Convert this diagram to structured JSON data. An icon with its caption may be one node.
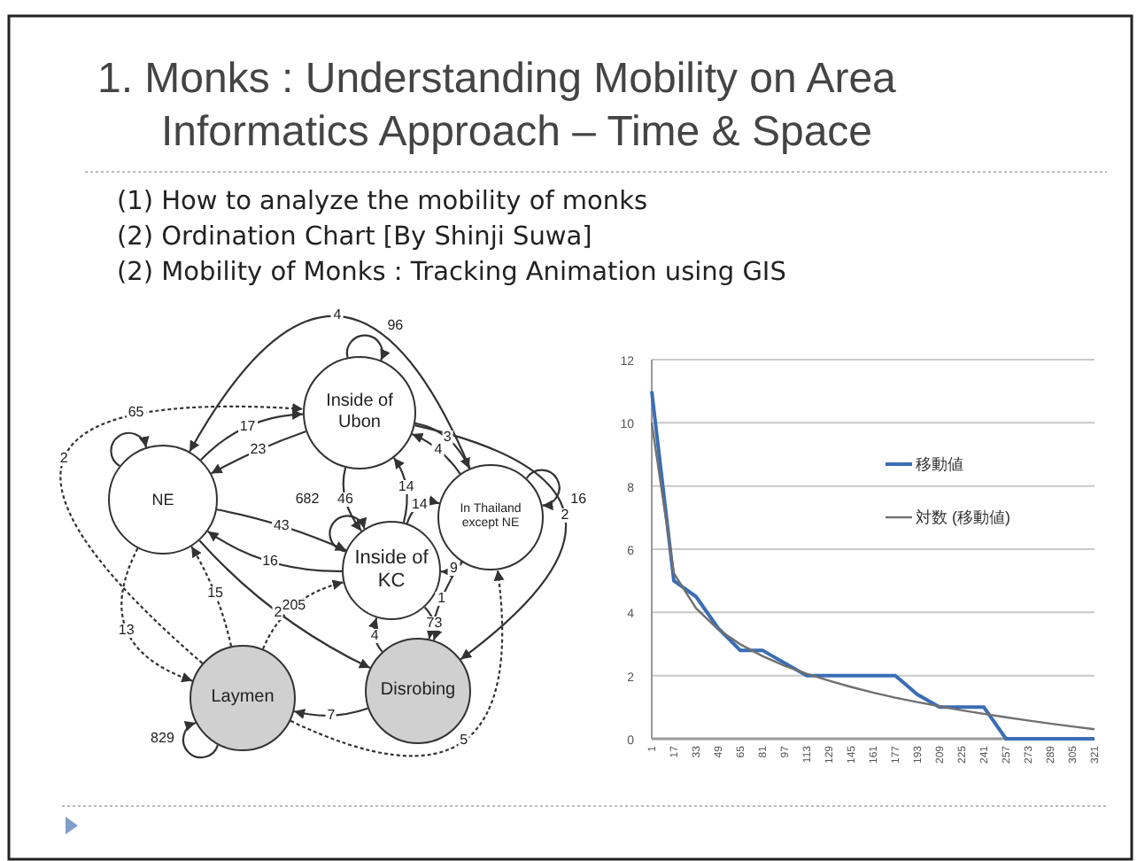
{
  "diagram": {
    "title": "1. Monks : Understanding Mobility on Area Informatics Approach – Time & Space",
    "nodes": [
      {
        "text": [
          "NE"
        ]
      },
      {
        "text": [
          "Inside of Ubon"
        ]
      },
      {
        "text": [
          "In Thailand except NE"
        ]
      },
      {
        "text": [
          "Inside of KC"
        ]
      },
      {
        "text": [
          "Laymen"
        ]
      },
      {
        "text": [
          "Disrobing"
        ]
      }
    ],
    "edges": [
      {
        "from": 0,
        "to": 0,
        "arrow": "to",
        "label": "65"
      },
      {
        "from": 1,
        "to": 1,
        "arrow": "to",
        "label": "96"
      },
      {
        "from": 2,
        "to": 2,
        "arrow": "to",
        "label": "16"
      },
      {
        "from": 3,
        "to": 3,
        "arrow": "to",
        "label": "682"
      },
      {
        "from": 4,
        "to": 4,
        "arrow": "to",
        "label": "829"
      },
      {
        "from": 0,
        "to": 1,
        "arrow": "to",
        "label": "17"
      },
      {
        "from": 1,
        "to": 0,
        "arrow": "to",
        "label": "23"
      },
      {
        "from": 2,
        "to": 0,
        "arrow": "to",
        "label": "4"
      },
      {
        "from": 4,
        "to": 1,
        "arrow": "to",
        "label": "2",
        "style": "dashed"
      },
      {
        "from": 1,
        "to": 2,
        "arrow": "to",
        "label": "3"
      },
      {
        "from": 2,
        "to": 1,
        "arrow": "to",
        "label": "4"
      },
      {
        "from": 0,
        "to": 3,
        "arrow": "to",
        "label": "43"
      },
      {
        "from": 3,
        "to": 0,
        "arrow": "to",
        "label": "16"
      },
      {
        "from": 3,
        "to": 1,
        "arrow": "to",
        "label": "14"
      },
      {
        "from": 1,
        "to": 3,
        "arrow": "to",
        "label": "46"
      },
      {
        "from": 3,
        "to": 2,
        "arrow": "to",
        "label": "14"
      },
      {
        "from": 2,
        "to": 3,
        "arrow": "to",
        "label": "9"
      },
      {
        "from": 4,
        "to": 0,
        "arrow": "to",
        "label": "15",
        "style": "dashed"
      },
      {
        "from": 0,
        "to": 4,
        "arrow": "to",
        "label": "13",
        "style": "dashed"
      },
      {
        "from": 4,
        "to": 3,
        "arrow": "to",
        "label": "205",
        "style": "dashed"
      },
      {
        "from": 0,
        "to": 5,
        "arrow": "to",
        "label": "2"
      },
      {
        "from": 5,
        "to": 3,
        "arrow": "to",
        "label": "4"
      },
      {
        "from": 3,
        "to": 5,
        "arrow": "to",
        "label": "73"
      },
      {
        "from": 2,
        "to": 5,
        "arrow": "to",
        "label": "1"
      },
      {
        "from": 1,
        "to": 5,
        "arrow": "to",
        "label": "2"
      },
      {
        "from": 5,
        "to": 4,
        "arrow": "to",
        "label": "7"
      },
      {
        "from": 4,
        "to": 2,
        "arrow": "to",
        "label": "5",
        "style": "dashed"
      }
    ],
    "labels": [
      "(1) How to analyze the mobility of monks",
      "(2) Ordination Chart  [By Shinji Suwa]",
      "(2) Mobility of Monks : Tracking Animation using GIS"
    ],
    "chart_data": {
      "type": "line",
      "x": [
        1,
        17,
        33,
        49,
        65,
        81,
        97,
        113,
        129,
        145,
        161,
        177,
        193,
        209,
        225,
        241,
        257,
        273,
        289,
        305,
        321
      ],
      "series": [
        {
          "name": "移動値",
          "color": "#3a6db5",
          "values": [
            11,
            5,
            4.5,
            3.5,
            2.8,
            2.8,
            2.4,
            2,
            2,
            2,
            2,
            2,
            1.4,
            1,
            1,
            1,
            0,
            0,
            0,
            0,
            0
          ]
        },
        {
          "name": "対数 (移動値)",
          "color": "#707070",
          "values": [
            10,
            5.24,
            4.13,
            3.46,
            2.99,
            2.62,
            2.31,
            2.06,
            1.84,
            1.64,
            1.46,
            1.3,
            1.16,
            1.03,
            0.9,
            0.79,
            0.68,
            0.58,
            0.48,
            0.39,
            0.3
          ]
        }
      ],
      "ylim": [
        0,
        12
      ],
      "yticks": [
        0,
        2,
        4,
        6,
        8,
        10,
        12
      ],
      "grid": true,
      "legend": "right"
    }
  }
}
